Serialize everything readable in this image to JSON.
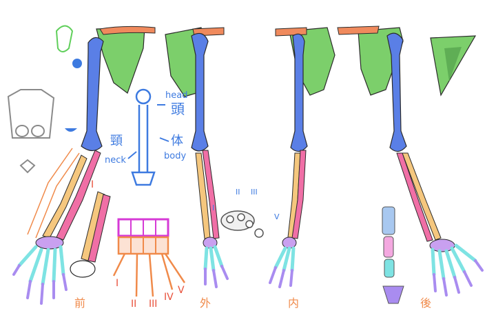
{
  "colors": {
    "humerus": "#5a7fe6",
    "radius": "#f5c77e",
    "ulna": "#f06fa6",
    "scapula": "#7ccf6b",
    "clavicle": "#f08a5d",
    "carpals": "#c9a0f0",
    "metacarpals": "#7ee3e3",
    "phalanges": "#a98cf0",
    "annotation_blue": "#3d7ae0",
    "annotation_orange": "#f08a4a",
    "annotation_red": "#e8503a",
    "annotation_magenta": "#d63ad6",
    "annotation_green": "#5fcf5a",
    "outline": "#2a2a2a"
  },
  "labels": {
    "head_en": "head",
    "head_jp": "頭",
    "body_en": "body",
    "body_jp": "体",
    "neck_en": "neck",
    "neck_jp": "頸",
    "front": "前",
    "outer": "外",
    "inner": "内",
    "back": "後",
    "roman_1": "I",
    "roman_2": "II",
    "roman_3": "III",
    "roman_4": "IV",
    "roman_5": "V"
  }
}
